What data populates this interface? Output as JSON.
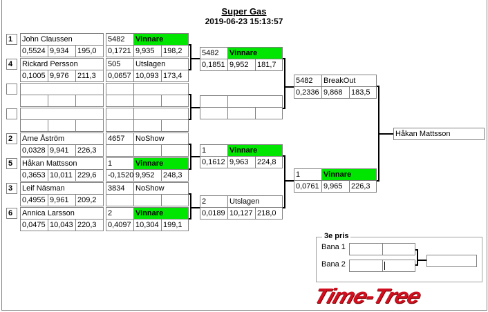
{
  "title": "Super Gas",
  "datetime": "2019-06-23 15:13:57",
  "round1": [
    {
      "seed": "1",
      "name": "John Claussen",
      "rt": "0,5524",
      "et": "9,934",
      "speed": "195,0",
      "res": {
        "id": "5482",
        "status": "Vinnare",
        "rt": "0,1721",
        "et": "9,935",
        "speed": "198,2",
        "winner": true
      }
    },
    {
      "seed": "4",
      "name": "Rickard Persson",
      "rt": "0,1005",
      "et": "9,976",
      "speed": "211,3",
      "res": {
        "id": "505",
        "status": "Utslagen",
        "rt": "0,0657",
        "et": "10,093",
        "speed": "173,4",
        "winner": false
      }
    },
    {
      "seed": "",
      "name": "",
      "rt": "",
      "et": "",
      "speed": "",
      "res": {
        "id": "",
        "status": "",
        "rt": "",
        "et": "",
        "speed": "",
        "winner": false
      }
    },
    {
      "seed": "",
      "name": "",
      "rt": "",
      "et": "",
      "speed": "",
      "res": {
        "id": "",
        "status": "",
        "rt": "",
        "et": "",
        "speed": "",
        "winner": false
      }
    },
    {
      "seed": "2",
      "name": "Arne Åström",
      "rt": "0,0328",
      "et": "9,941",
      "speed": "226,3",
      "res": {
        "id": "4657",
        "status": "NoShow",
        "rt": "",
        "et": "",
        "speed": "",
        "winner": false
      }
    },
    {
      "seed": "5",
      "name": "Håkan Mattsson",
      "rt": "0,3653",
      "et": "10,011",
      "speed": "229,6",
      "res": {
        "id": "1",
        "status": "Vinnare",
        "rt": "-0,1520",
        "et": "9,952",
        "speed": "248,3",
        "winner": true
      }
    },
    {
      "seed": "3",
      "name": "Leif Näsman",
      "rt": "0,4955",
      "et": "9,961",
      "speed": "209,2",
      "res": {
        "id": "3834",
        "status": "NoShow",
        "rt": "",
        "et": "",
        "speed": "",
        "winner": false
      }
    },
    {
      "seed": "6",
      "name": "Annica Larsson",
      "rt": "0,0475",
      "et": "10,043",
      "speed": "220,3",
      "res": {
        "id": "2",
        "status": "Vinnare",
        "rt": "0,4097",
        "et": "10,304",
        "speed": "199,1",
        "winner": true
      }
    }
  ],
  "round2": [
    {
      "id": "5482",
      "status": "Vinnare",
      "rt": "0,1851",
      "et": "9,952",
      "speed": "181,7",
      "winner": true
    },
    {
      "id": "",
      "status": "",
      "rt": "",
      "et": "",
      "speed": "",
      "winner": false
    },
    {
      "id": "1",
      "status": "Vinnare",
      "rt": "0,1612",
      "et": "9,963",
      "speed": "224,8",
      "winner": true
    },
    {
      "id": "2",
      "status": "Utslagen",
      "rt": "0,0189",
      "et": "10,127",
      "speed": "218,0",
      "winner": false
    }
  ],
  "round3": [
    {
      "id": "5482",
      "status": "BreakOut",
      "rt": "0,2336",
      "et": "9,868",
      "speed": "183,5",
      "winner": false
    },
    {
      "id": "1",
      "status": "Vinnare",
      "rt": "0,0761",
      "et": "9,965",
      "speed": "226,3",
      "winner": true
    }
  ],
  "champion": "Håkan Mattsson",
  "third": {
    "label": "3e pris",
    "lane1": "Bana 1",
    "lane2": "Bana 2",
    "lane1_values": [
      "",
      ""
    ],
    "lane2_values": [
      "",
      ""
    ],
    "winner": ""
  },
  "logo": "Time-Tree"
}
